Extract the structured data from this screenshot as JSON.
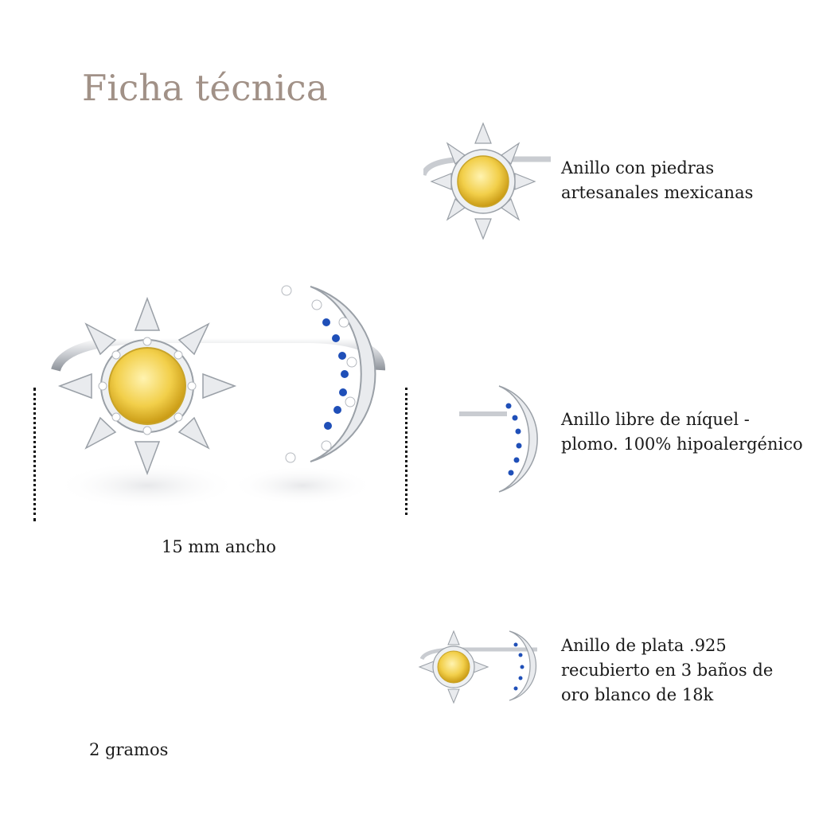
{
  "title": "Ficha técnica",
  "features": [
    {
      "lines": [
        "Anillo con piedras",
        "artesanales mexicanas"
      ]
    },
    {
      "lines": [
        "Anillo libre de níquel -",
        "plomo. 100% hipoalergénico"
      ]
    },
    {
      "lines": [
        "Anillo de plata .925",
        "recubierto en 3 baños de",
        "oro blanco de 18k"
      ]
    }
  ],
  "dimensions": {
    "width_label": "15 mm ancho",
    "weight_label": "2 gramos"
  },
  "colors": {
    "title": "#a19187",
    "citrine": "#f2cf4a",
    "sapphire": "#1f4fb8",
    "silver": "#d9dce0"
  },
  "icons": [
    "sun-ring-icon",
    "moon-ring-icon"
  ]
}
